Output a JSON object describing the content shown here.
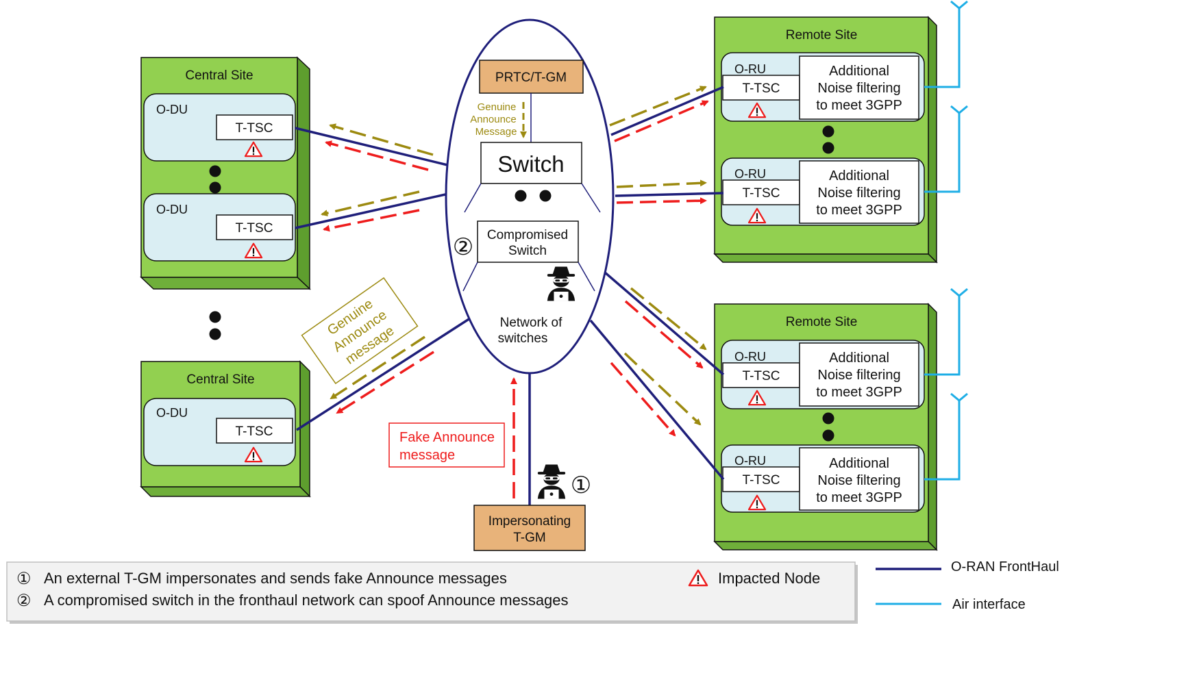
{
  "central_sites": [
    {
      "title": "Central Site",
      "units": [
        {
          "label": "O-DU",
          "tsc": "T-TSC"
        },
        {
          "label": "O-DU",
          "tsc": "T-TSC"
        }
      ]
    },
    {
      "title": "Central Site",
      "units": [
        {
          "label": "O-DU",
          "tsc": "T-TSC"
        }
      ]
    }
  ],
  "remote_sites": [
    {
      "title": "Remote Site",
      "units": [
        {
          "label": "O-RU",
          "tsc": "T-TSC",
          "filter": [
            "Additional",
            "Noise filtering",
            "to meet 3GPP"
          ]
        },
        {
          "label": "O-RU",
          "tsc": "T-TSC",
          "filter": [
            "Additional",
            "Noise filtering",
            "to meet 3GPP"
          ]
        }
      ]
    },
    {
      "title": "Remote Site",
      "units": [
        {
          "label": "O-RU",
          "tsc": "T-TSC",
          "filter": [
            "Additional",
            "Noise filtering",
            "to meet 3GPP"
          ]
        },
        {
          "label": "O-RU",
          "tsc": "T-TSC",
          "filter": [
            "Additional",
            "Noise filtering",
            "to meet 3GPP"
          ]
        }
      ]
    }
  ],
  "network": {
    "prtc": "PRTC/T-GM",
    "genuine_small": [
      "Genuine",
      "Announce",
      "Message"
    ],
    "switch": "Switch",
    "compromised": [
      "Compromised",
      "Switch"
    ],
    "marker_2": "②",
    "cloud_label": [
      "Network of",
      "switches"
    ]
  },
  "genuine_callout": [
    "Genuine",
    "Announce",
    "message"
  ],
  "fake_callout": [
    "Fake Announce",
    "message"
  ],
  "impersonating": [
    "Impersonating",
    "T-GM"
  ],
  "marker_1": "①",
  "legend_box": {
    "line1_num": "①",
    "line1": "An external T-GM impersonates and sends fake Announce messages",
    "line2_num": "②",
    "line2": "A compromised switch in the fronthaul network can spoof Announce messages",
    "impacted": "Impacted Node"
  },
  "legend_lines": {
    "fronthaul": "O-RAN FrontHaul",
    "air": "Air interface"
  },
  "colors": {
    "site_green": "#92D050",
    "unit_fill": "#DAEEF3",
    "fronthaul": "#1F1F7A",
    "air": "#1EAEE6",
    "genuine": "#9C8A10",
    "fake": "#EE1C1C",
    "orange": "#E8B37A"
  }
}
